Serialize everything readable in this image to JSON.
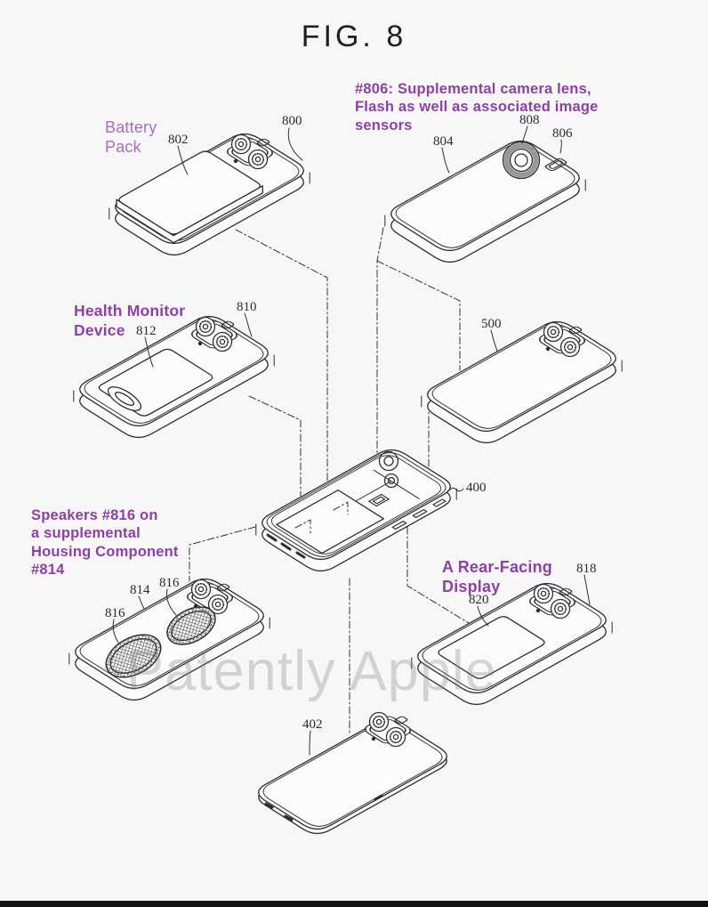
{
  "figure": {
    "title": "FIG. 8"
  },
  "watermark": "Patently Apple",
  "annotations": {
    "battery_pack": "Battery\nPack",
    "camera_note": "#806: Supplemental camera lens,\nFlash as well as associated image\nsensors",
    "health_monitor": "Health Monitor\nDevice",
    "speakers": "Speakers #816 on\na supplemental\nHousing Component\n#814",
    "rear_display": "A Rear-Facing\nDisplay"
  },
  "refs": {
    "r800": "800",
    "r802": "802",
    "r804": "804",
    "r806": "806",
    "r808": "808",
    "r810": "810",
    "r812": "812",
    "r814": "814",
    "r816a": "816",
    "r816b": "816",
    "r818": "818",
    "r820": "820",
    "r500": "500",
    "r400": "400",
    "r402": "402"
  },
  "colors": {
    "annotation_purple": "#8e3fa8",
    "battery_label_purple": "#ab6dbd",
    "line_color": "#2e2e2e",
    "background": "#f7f7f7",
    "watermark_gray": "#bdbdbd",
    "footer_bar": "#111111"
  }
}
